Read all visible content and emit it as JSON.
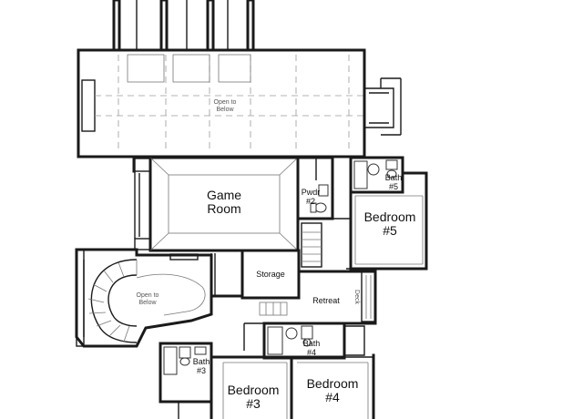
{
  "rooms": {
    "open_below_top": [
      "Open to",
      "Below"
    ],
    "game_room": [
      "Game",
      "Room"
    ],
    "powder": [
      "Pwdr",
      "#2"
    ],
    "bath5": [
      "Bath",
      "#5"
    ],
    "bedroom5": [
      "Bedroom",
      "#5"
    ],
    "storage": "Storage",
    "retreat": "Retreat",
    "deck": "Deck",
    "open_below_stair": [
      "Open to",
      "Below"
    ],
    "bath4": [
      "Bath",
      "#4"
    ],
    "bath3": [
      "Bath",
      "#3"
    ],
    "bedroom3": [
      "Bedroom",
      "#3"
    ],
    "bedroom4": [
      "Bedroom",
      "#4"
    ]
  }
}
